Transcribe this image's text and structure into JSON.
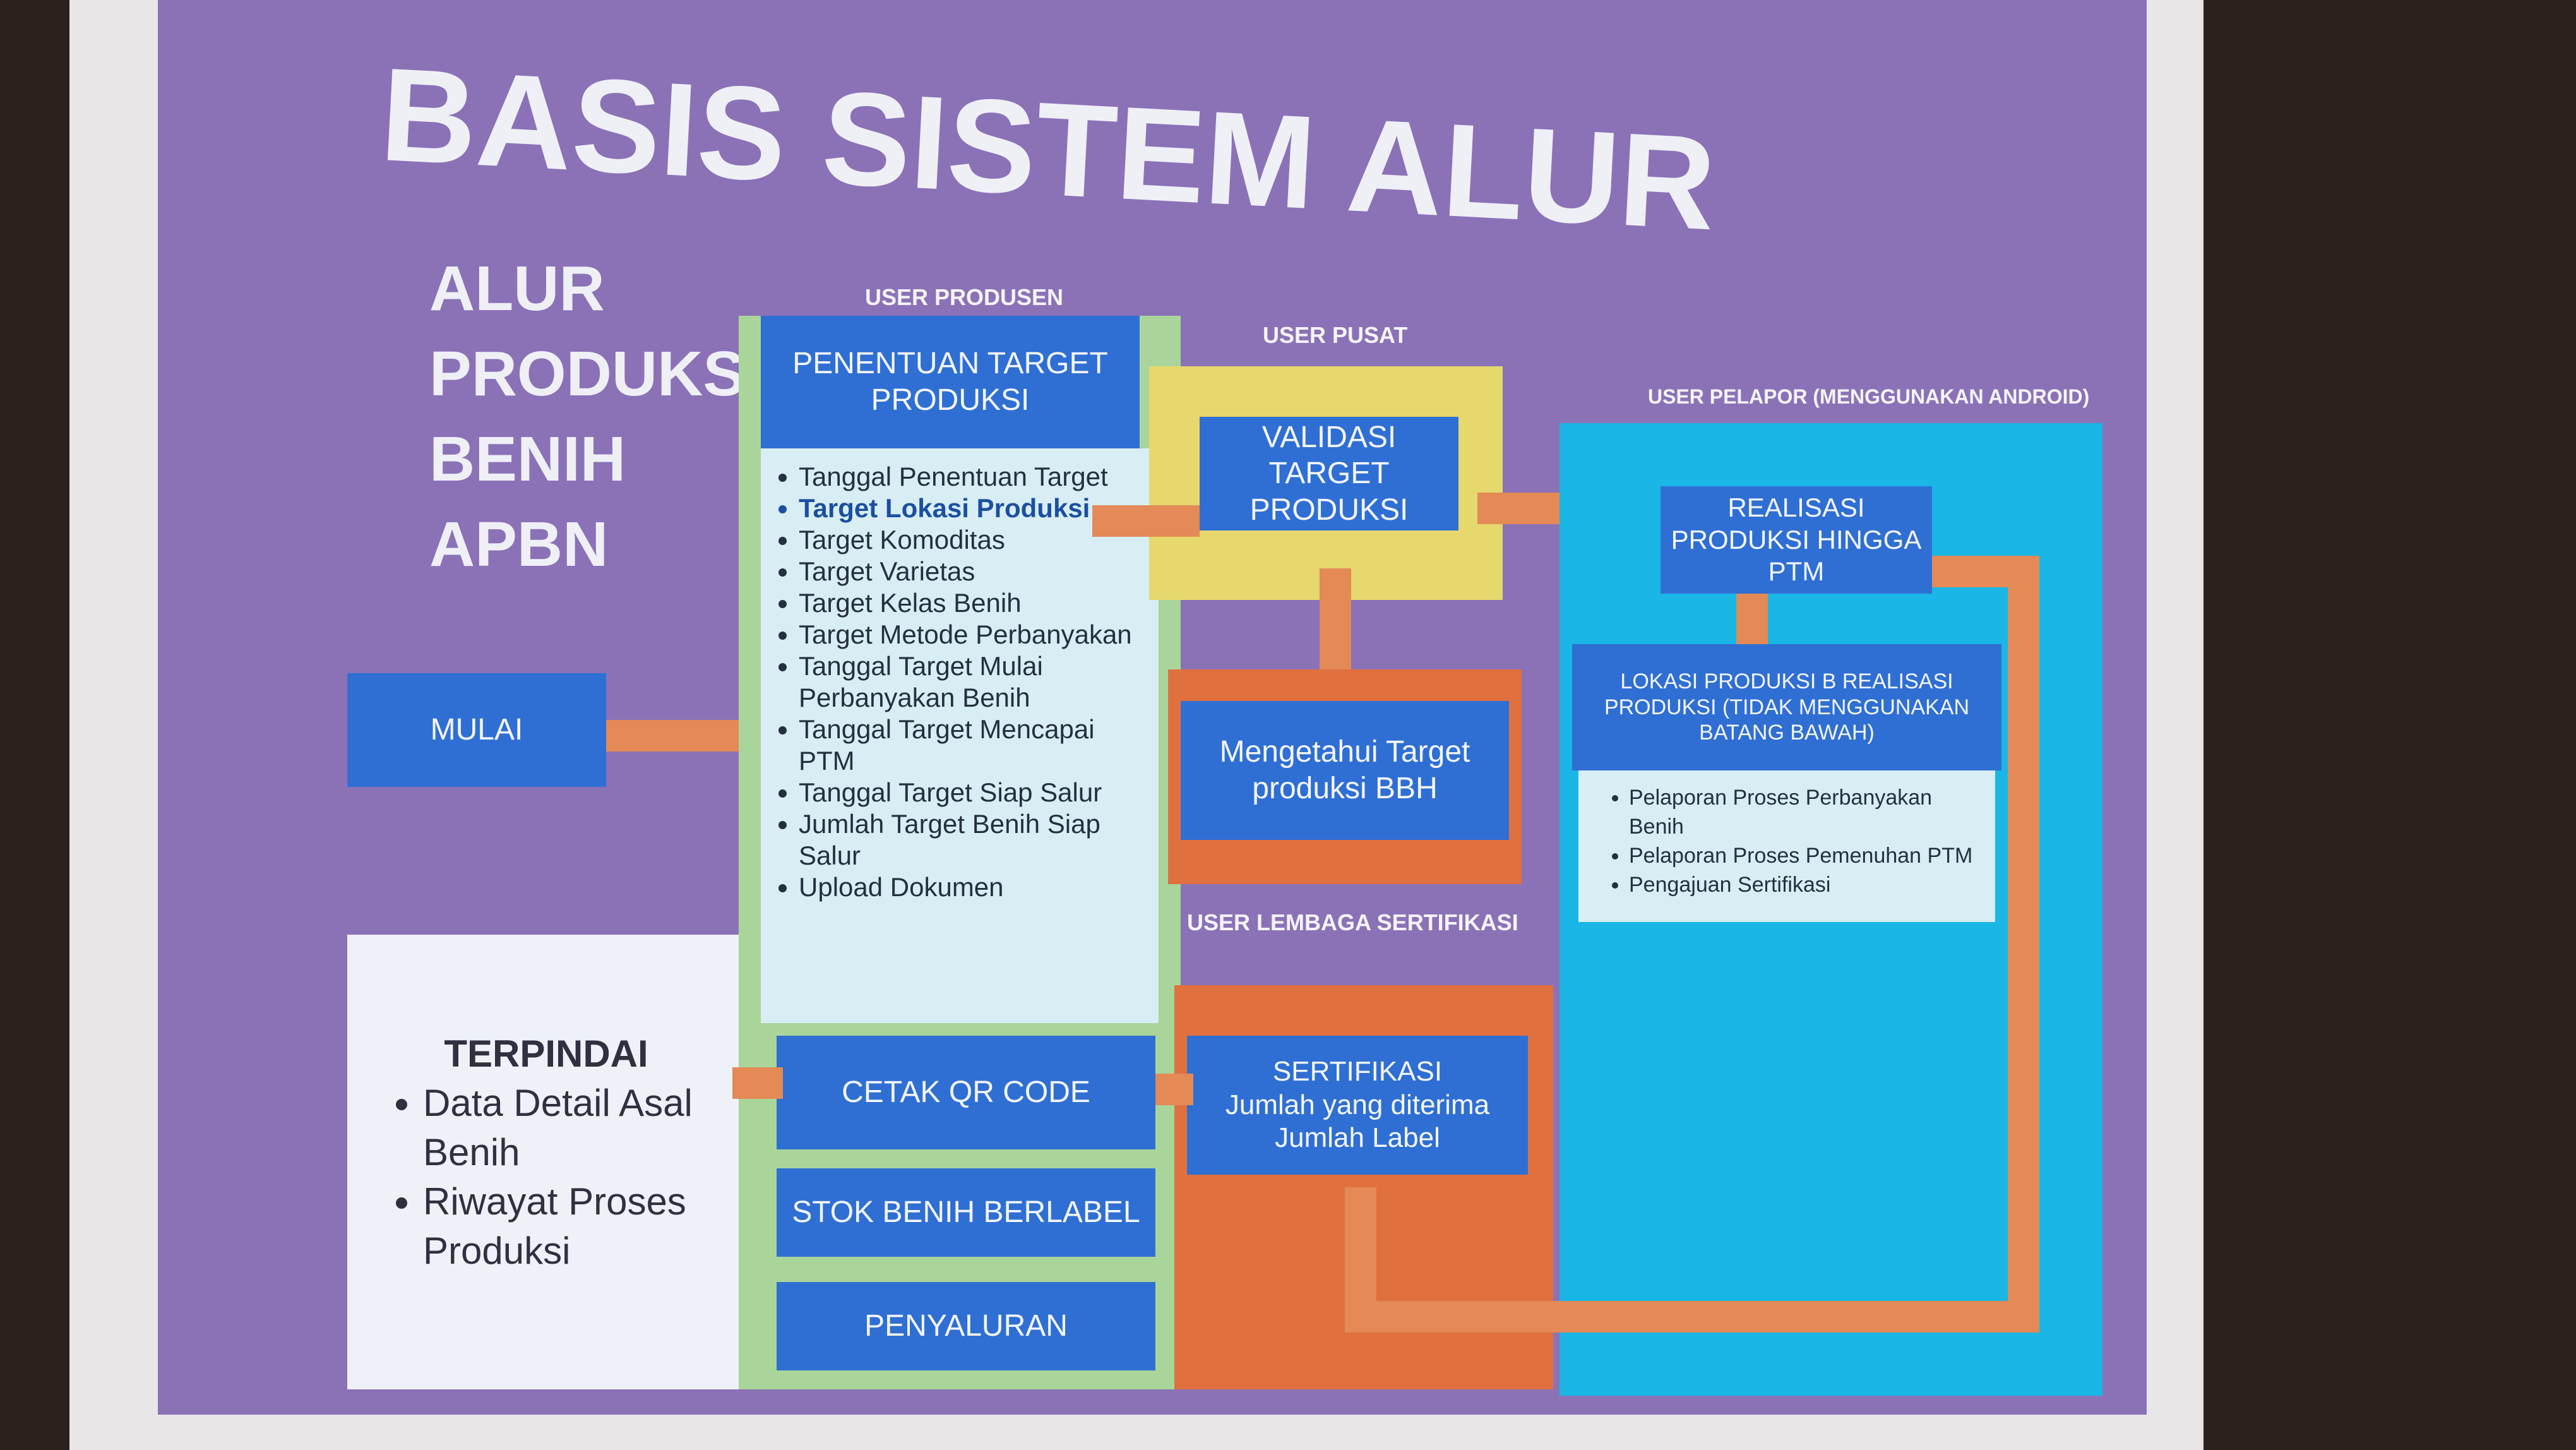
{
  "title": "BASIS SISTEM ALUR",
  "side_title": [
    "ALUR",
    "PRODUKSI",
    "BENIH",
    "APBN"
  ],
  "start": "MULAI",
  "producer": {
    "label": "USER PRODUSEN",
    "header": "PENENTUAN TARGET PRODUKSI",
    "items": [
      "Tanggal Penentuan Target",
      "Target Lokasi Produksi",
      "Target Komoditas",
      "Target Varietas",
      "Target Kelas Benih",
      "Target Metode Perbanyakan",
      "Tanggal Target Mulai Perbanyakan Benih",
      "Tanggal Target Mencapai PTM",
      "Tanggal Target Siap Salur",
      "Jumlah Target Benih Siap Salur",
      "Upload Dokumen"
    ],
    "qr": "CETAK QR CODE",
    "stock": "STOK BENIH BERLABEL",
    "distribution": "PENYALURAN"
  },
  "pusat": {
    "label": "USER PUSAT",
    "validate": "VALIDASI TARGET PRODUKSI",
    "know": "Mengetahui Target produksi BBH"
  },
  "lembaga": {
    "label": "USER LEMBAGA SERTIFIKASI",
    "header": "SERTIFIKASI",
    "items": [
      "Jumlah yang diterima",
      "Jumlah Label"
    ]
  },
  "pelapor": {
    "label": "USER PELAPOR (MENGGUNAKAN ANDROID)",
    "realisasi": "REALISASI PRODUKSI HINGGA PTM",
    "lokasi": "LOKASI PRODUKSI B REALISASI PRODUKSI (TIDAK MENGGUNAKAN BATANG BAWAH)",
    "items": [
      "Pelaporan Proses Perbanyakan Benih",
      "Pelaporan Proses Pemenuhan PTM",
      "Pengajuan Sertifikasi"
    ]
  },
  "scanned": {
    "header": "TERPINDAI",
    "items": [
      "Data Detail Asal Benih",
      "Riwayat Proses Produksi"
    ]
  }
}
